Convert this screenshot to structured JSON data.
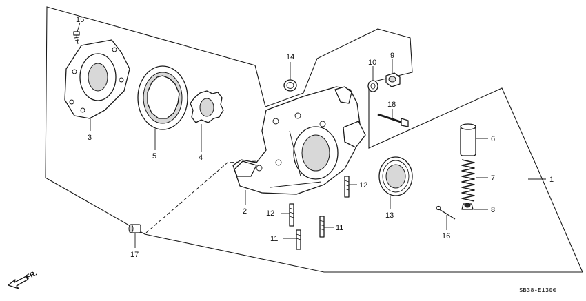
{
  "callouts": {
    "c1": "1",
    "c2": "2",
    "c3": "3",
    "c4": "4",
    "c5": "5",
    "c6": "6",
    "c7": "7",
    "c8": "8",
    "c9": "9",
    "c10": "10",
    "c11a": "11",
    "c11b": "11",
    "c12a": "12",
    "c12b": "12",
    "c13": "13",
    "c14": "14",
    "c15": "15",
    "c16": "16",
    "c17": "17",
    "c18": "18"
  },
  "diagram_code": "SB38-E1300",
  "front_marker": "FR."
}
